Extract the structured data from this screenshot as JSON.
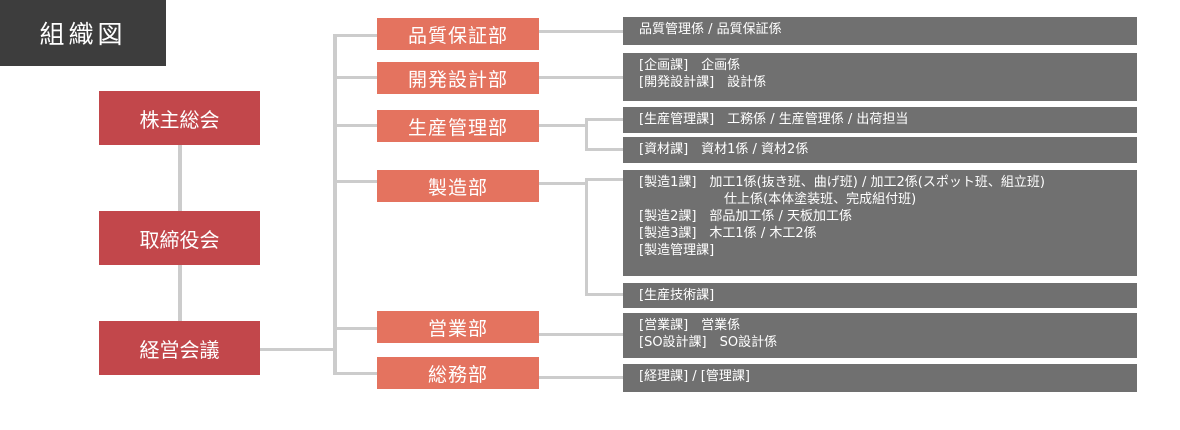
{
  "title": "組織図",
  "governance": {
    "shareholders": "株主総会",
    "board": "取締役会",
    "management": "経営会議"
  },
  "departments": [
    {
      "name": "品質保証部",
      "details": [
        "品質管理係 / 品質保証係"
      ]
    },
    {
      "name": "開発設計部",
      "details": [
        "[企画課]　企画係",
        "[開発設計課]　設計係"
      ]
    },
    {
      "name": "生産管理部",
      "details": [
        "[生産管理課]　工務係 / 生産管理係 / 出荷担当",
        "[資材課]　資材1係 / 資材2係"
      ]
    },
    {
      "name": "製造部",
      "details": [
        "[製造1課]　加工1係(抜き班、曲げ班) / 加工2係(スポット班、組立班)",
        "仕上係(本体塗装班、完成組付班)",
        "[製造2課]　部品加工係 / 天板加工係",
        "[製造3課]　木工1係 / 木工2係",
        "[製造管理課]",
        "[生産技術課]"
      ]
    },
    {
      "name": "営業部",
      "details": [
        "[営業課]　営業係",
        "[SO設計課]　SO設計係"
      ]
    },
    {
      "name": "総務部",
      "details": [
        "[経理課] / [管理課]"
      ]
    }
  ]
}
